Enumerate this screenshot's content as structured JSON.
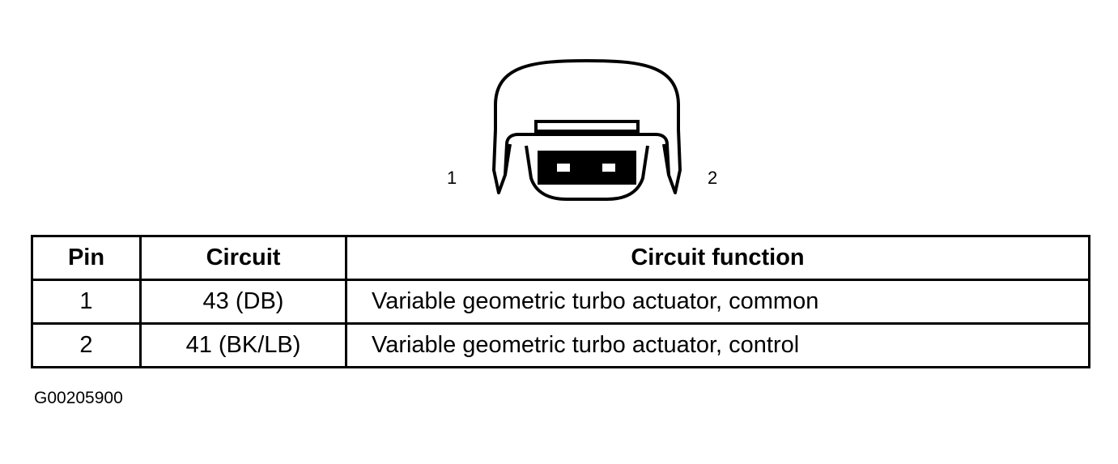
{
  "connector": {
    "pin_label_left": "1",
    "pin_label_right": "2"
  },
  "table": {
    "headers": [
      "Pin",
      "Circuit",
      "Circuit function"
    ],
    "rows": [
      {
        "pin": "1",
        "circuit": "43 (DB)",
        "function": "Variable geometric turbo actuator, common"
      },
      {
        "pin": "2",
        "circuit": "41 (BK/LB)",
        "function": "Variable geometric turbo actuator, control"
      }
    ]
  },
  "figure_id": "G00205900",
  "colors": {
    "ink": "#000000",
    "background": "#ffffff"
  }
}
